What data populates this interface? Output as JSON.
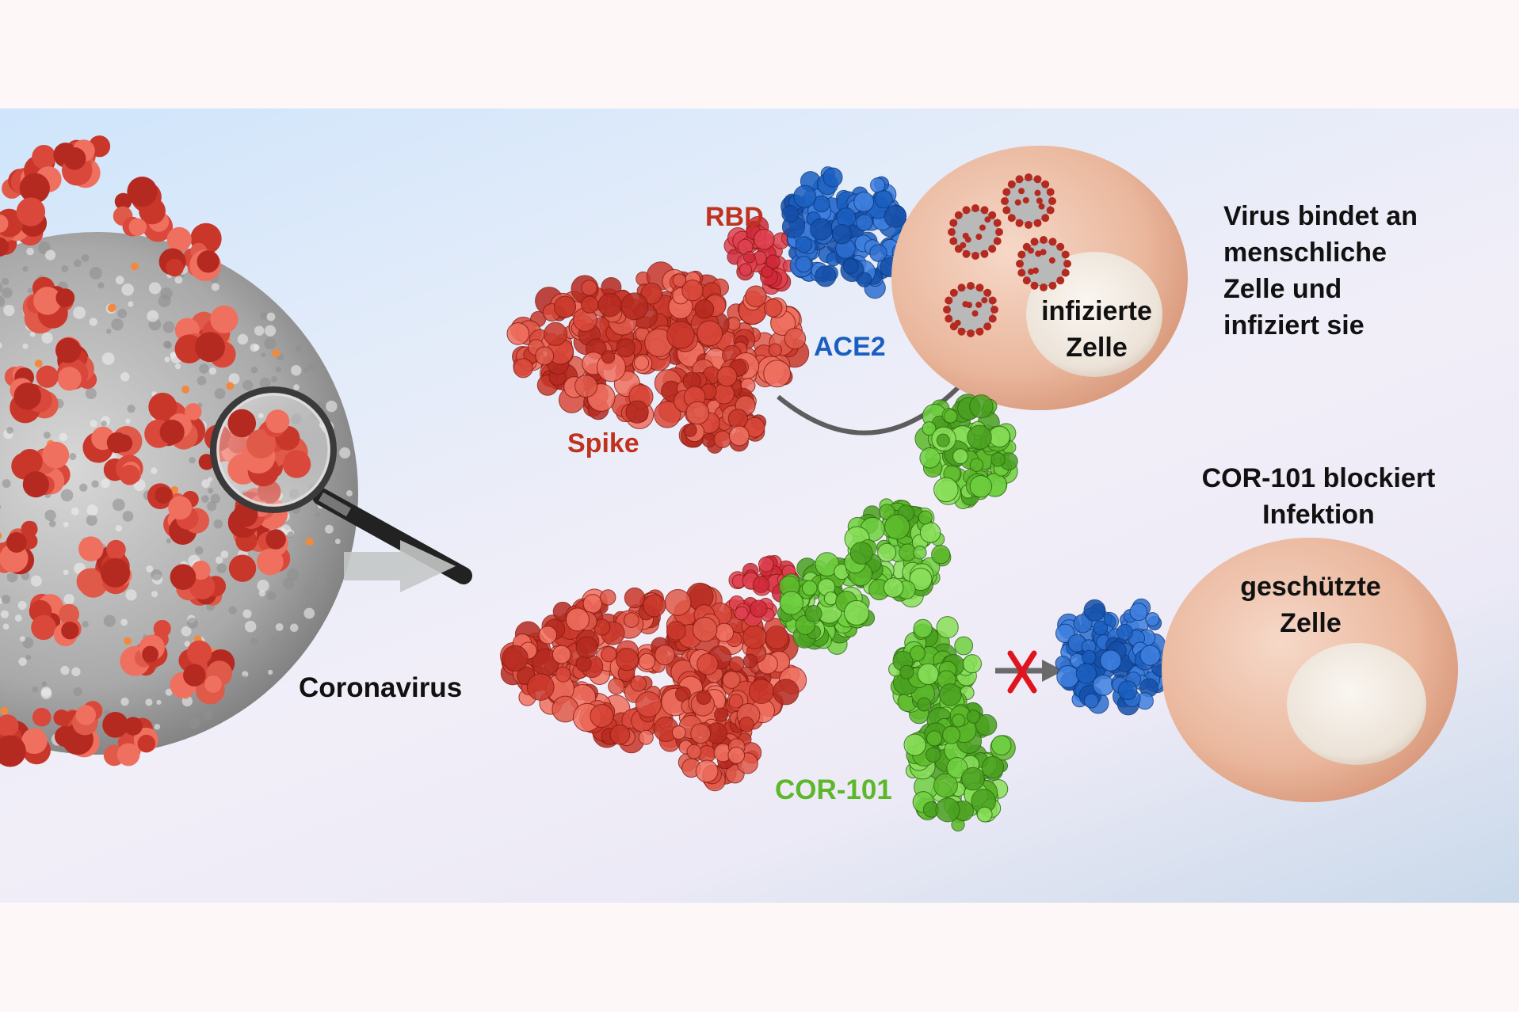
{
  "labels": {
    "rbd": "RBD",
    "ace2_top": "ACE2",
    "spike": "Spike",
    "coronavirus": "Coronavirus",
    "cor101": "COR-101",
    "infected_cell": [
      "infizierte",
      "Zelle"
    ],
    "protected_cell": [
      "geschützte",
      "Zelle"
    ]
  },
  "captions": {
    "top": [
      "Virus bindet an",
      "menschliche",
      "Zelle und",
      "infiziert sie"
    ],
    "bottom": [
      "COR-101 blockiert",
      "Infektion"
    ]
  },
  "colors": {
    "spike_red": "#c0321e",
    "ace2_blue": "#1a5fc0",
    "cor101_green": "#5cb82a",
    "cell": "#e9b59c",
    "block_x": "#e0141e"
  }
}
